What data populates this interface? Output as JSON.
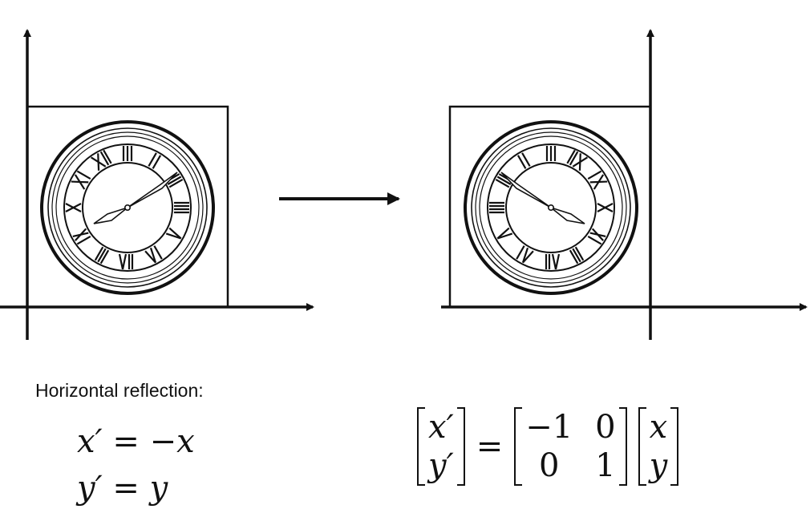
{
  "caption": "Horizontal reflection:",
  "equations": {
    "line1": {
      "lhs": "x′",
      "eq": "=",
      "rhs": "−x"
    },
    "line2": {
      "lhs": "y′",
      "eq": "=",
      "rhs": "y"
    }
  },
  "matrix_equation": {
    "result_vector": [
      "x′",
      "y′"
    ],
    "eq": "=",
    "matrix": [
      [
        "−1",
        "0"
      ],
      [
        "0",
        "1"
      ]
    ],
    "input_vector": [
      "x",
      "y"
    ]
  },
  "icons": {
    "original_clock": "clock-icon",
    "reflected_clock": "clock-icon-mirrored",
    "transform_arrow": "arrow-right-icon"
  },
  "colors": {
    "stroke": "#111111",
    "background": "#ffffff"
  }
}
